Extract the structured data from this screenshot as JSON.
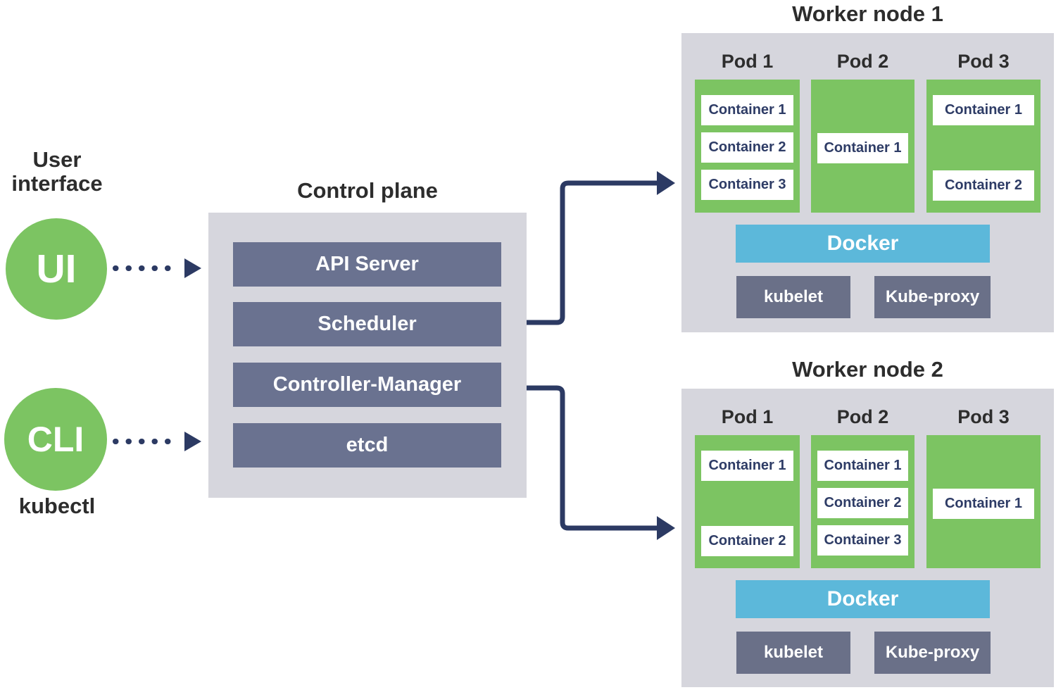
{
  "colors": {
    "pod_green": "#7cc462",
    "slate": "#6a7290",
    "worker_slate": "#6a7088",
    "panel_gray": "#d6d6dd",
    "docker_blue": "#5cb8da",
    "arrow_navy": "#2c3a63",
    "container_text": "#2e3c66",
    "heading_text": "#2d2d2d",
    "white": "#ffffff"
  },
  "user_interface": {
    "label_line1": "User",
    "label_line2": "interface",
    "ui_badge": "UI",
    "cli_badge": "CLI",
    "cli_caption": "kubectl"
  },
  "control_plane": {
    "title": "Control plane",
    "components": [
      "API Server",
      "Scheduler",
      "Controller-Manager",
      "etcd"
    ]
  },
  "worker_nodes": [
    {
      "title": "Worker node 1",
      "pods": [
        {
          "label": "Pod 1",
          "containers": [
            "Container 1",
            "Container 2",
            "Container 3"
          ]
        },
        {
          "label": "Pod 2",
          "containers": [
            "Container 1"
          ]
        },
        {
          "label": "Pod 3",
          "containers": [
            "Container 1",
            "Container 2"
          ]
        }
      ],
      "docker_label": "Docker",
      "kubelet_label": "kubelet",
      "kube_proxy_label": "Kube-proxy"
    },
    {
      "title": "Worker node 2",
      "pods": [
        {
          "label": "Pod 1",
          "containers": [
            "Container 1",
            "Container 2"
          ]
        },
        {
          "label": "Pod 2",
          "containers": [
            "Container 1",
            "Container 2",
            "Container 3"
          ]
        },
        {
          "label": "Pod 3",
          "containers": [
            "Container 1"
          ]
        }
      ],
      "docker_label": "Docker",
      "kubelet_label": "kubelet",
      "kube_proxy_label": "Kube-proxy"
    }
  ]
}
